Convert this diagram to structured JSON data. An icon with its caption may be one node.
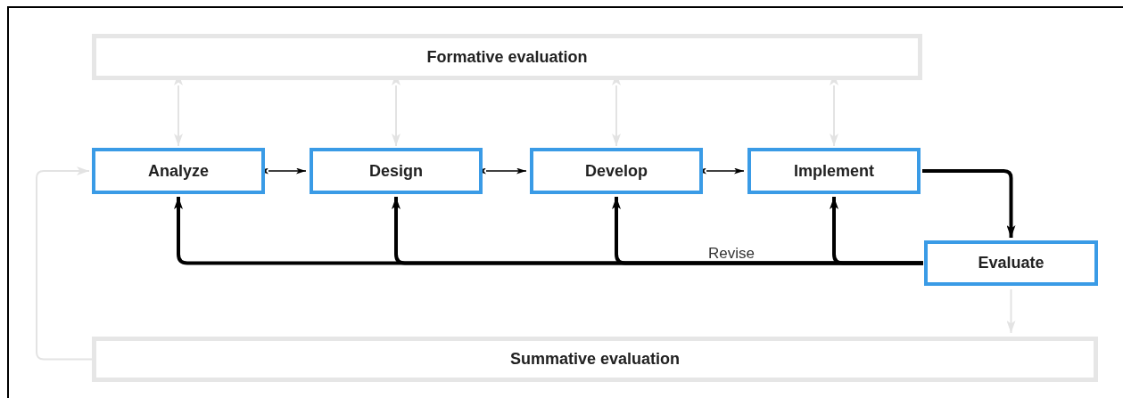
{
  "diagram": {
    "nodes": [
      {
        "text": [
          "Formative evaluation"
        ]
      },
      {
        "text": [
          "Analyze"
        ]
      },
      {
        "text": [
          "Design"
        ]
      },
      {
        "text": [
          "Develop"
        ]
      },
      {
        "text": [
          "Implement"
        ]
      },
      {
        "text": [
          "Evaluate"
        ]
      },
      {
        "text": [
          "Summative evaluation"
        ]
      }
    ],
    "edges": [
      {
        "from": 0,
        "to": 1,
        "arrow": "both",
        "color": "#e3e3e3"
      },
      {
        "from": 0,
        "to": 2,
        "arrow": "both",
        "color": "#e3e3e3"
      },
      {
        "from": 0,
        "to": 3,
        "arrow": "both",
        "color": "#e3e3e3"
      },
      {
        "from": 0,
        "to": 4,
        "arrow": "both",
        "color": "#e3e3e3"
      },
      {
        "from": 1,
        "to": 2,
        "arrow": "both"
      },
      {
        "from": 2,
        "to": 3,
        "arrow": "both"
      },
      {
        "from": 3,
        "to": 4,
        "arrow": "both"
      },
      {
        "from": 4,
        "to": 5,
        "arrow": "to",
        "style": "thick"
      },
      {
        "from": 5,
        "to": 1,
        "arrow": "to",
        "style": "thick",
        "label": "Revise"
      },
      {
        "from": 5,
        "to": 2,
        "arrow": "to",
        "style": "thick"
      },
      {
        "from": 5,
        "to": 3,
        "arrow": "to",
        "style": "thick"
      },
      {
        "from": 5,
        "to": 4,
        "arrow": "to",
        "style": "thick"
      },
      {
        "from": 5,
        "to": 6,
        "arrow": "to",
        "color": "#e3e3e3"
      },
      {
        "from": 6,
        "to": 1,
        "arrow": "to",
        "color": "#e3e3e3"
      }
    ]
  }
}
